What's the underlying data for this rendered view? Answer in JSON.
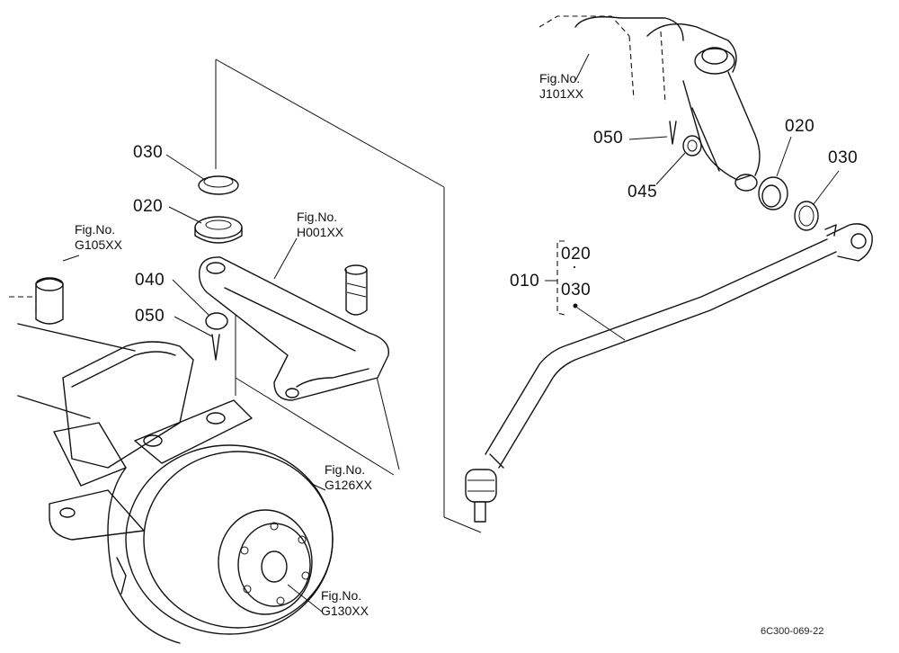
{
  "refs": {
    "figure_refs": [
      {
        "key": "j101",
        "label": "Fig.No.",
        "code": "J101XX"
      },
      {
        "key": "g105",
        "label": "Fig.No.",
        "code": "G105XX"
      },
      {
        "key": "h001",
        "label": "Fig.No.",
        "code": "H001XX"
      },
      {
        "key": "g126",
        "label": "Fig.No.",
        "code": "G126XX"
      },
      {
        "key": "g130",
        "label": "Fig.No.",
        "code": "G130XX"
      }
    ],
    "callouts_left": [
      "030",
      "020",
      "040",
      "050"
    ],
    "callouts_right": [
      "050",
      "045",
      "020",
      "030"
    ],
    "assembly": {
      "number": "010",
      "contains_top": "020",
      "contains_bottom": "030",
      "separator": "·"
    }
  },
  "drawing_code": "6C300-069-22"
}
